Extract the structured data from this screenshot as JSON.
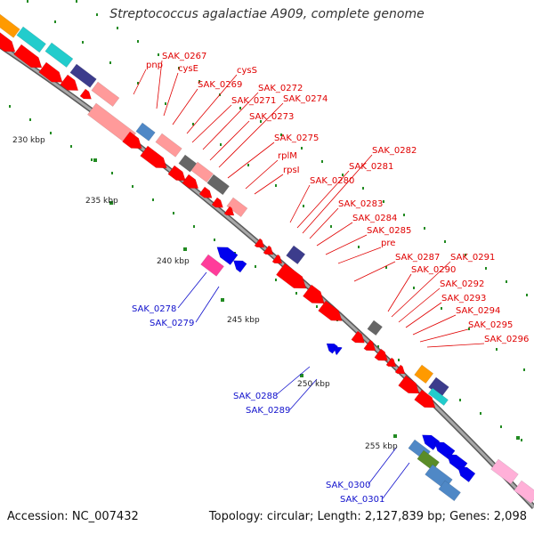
{
  "title": "Streptococcus agalactiae A909, complete genome",
  "footer": {
    "accession": "Accession: NC_007432",
    "summary": "Topology: circular; Length: 2,127,839 bp; Genes: 2,098"
  },
  "colors": {
    "backbone": "#808080",
    "tick": "#228B22",
    "forward_label": "#e00000",
    "reverse_label": "#1010cc",
    "gene_red": "#ff0000",
    "gene_pink": "#ff9a9a",
    "gene_blue": "#0000ee",
    "gene_steel": "#4f88c6",
    "gene_grey": "#666666",
    "gene_orange": "#ff9a00",
    "gene_cyan": "#22cccc",
    "gene_navy": "#3c3c8c",
    "gene_magenta": "#ff3c9a",
    "gene_green": "#5a8c28",
    "gene_lightpink": "#ffb0d8"
  },
  "scale_labels": [
    {
      "text": "230 kbp"
    },
    {
      "text": "235 kbp"
    },
    {
      "text": "240 kbp"
    },
    {
      "text": "245 kbp"
    },
    {
      "text": "250 kbp"
    },
    {
      "text": "255 kbp"
    }
  ],
  "forward_labels": [
    "pnp",
    "SAK_0267",
    "cysE",
    "SAK_0269",
    "cysS",
    "SAK_0271",
    "SAK_0272",
    "SAK_0273",
    "SAK_0274",
    "SAK_0275",
    "rplM",
    "rpsI",
    "SAK_0280",
    "SAK_0281",
    "SAK_0282",
    "SAK_0283",
    "SAK_0284",
    "SAK_0285",
    "pre",
    "SAK_0287",
    "SAK_0290",
    "SAK_0291",
    "SAK_0292",
    "SAK_0293",
    "SAK_0294",
    "SAK_0295",
    "SAK_0296"
  ],
  "reverse_labels": [
    "SAK_0278",
    "SAK_0279",
    "SAK_0288",
    "SAK_0289",
    "SAK_0300",
    "SAK_0301"
  ]
}
